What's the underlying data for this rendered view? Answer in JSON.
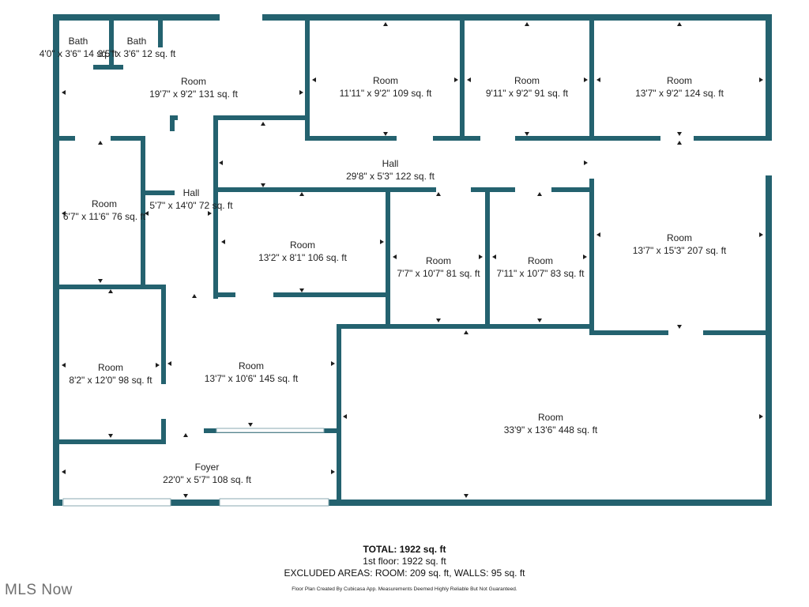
{
  "colors": {
    "wall": "#24626f",
    "background": "#ffffff",
    "text": "#222222"
  },
  "rooms": [
    {
      "id": "bath-1",
      "name": "Bath",
      "dims": "4'0\" x 3'6\" 14 sq. ft"
    },
    {
      "id": "bath-2",
      "name": "Bath",
      "dims": "3'5\" x 3'6\" 12 sq. ft"
    },
    {
      "id": "room-nw",
      "name": "Room",
      "dims": "19'7\" x 9'2\" 131 sq. ft"
    },
    {
      "id": "room-n1",
      "name": "Room",
      "dims": "11'11\" x 9'2\" 109 sq. ft"
    },
    {
      "id": "room-n2",
      "name": "Room",
      "dims": "9'11\" x 9'2\" 91 sq. ft"
    },
    {
      "id": "room-ne",
      "name": "Room",
      "dims": "13'7\" x 9'2\" 124 sq. ft"
    },
    {
      "id": "hall-main",
      "name": "Hall",
      "dims": "29'8\" x 5'3\" 122 sq. ft"
    },
    {
      "id": "hall-side",
      "name": "Hall",
      "dims": "5'7\" x 14'0\" 72 sq. ft"
    },
    {
      "id": "room-w1",
      "name": "Room",
      "dims": "6'7\" x 11'6\" 76 sq. ft"
    },
    {
      "id": "room-c1",
      "name": "Room",
      "dims": "13'2\" x 8'1\" 106 sq. ft"
    },
    {
      "id": "room-c2",
      "name": "Room",
      "dims": "7'7\" x 10'7\" 81 sq. ft"
    },
    {
      "id": "room-c3",
      "name": "Room",
      "dims": "7'11\" x 10'7\" 83 sq. ft"
    },
    {
      "id": "room-e1",
      "name": "Room",
      "dims": "13'7\" x 15'3\" 207 sq. ft"
    },
    {
      "id": "room-w2",
      "name": "Room",
      "dims": "8'2\" x 12'0\" 98 sq. ft"
    },
    {
      "id": "room-c4",
      "name": "Room",
      "dims": "13'7\" x 10'6\" 145 sq. ft"
    },
    {
      "id": "room-big",
      "name": "Room",
      "dims": "33'9\" x 13'6\" 448 sq. ft"
    },
    {
      "id": "foyer",
      "name": "Foyer",
      "dims": "22'0\" x 5'7\" 108 sq. ft"
    }
  ],
  "summary": {
    "total": "TOTAL: 1922 sq. ft",
    "floor": "1st floor: 1922 sq. ft",
    "excluded": "EXCLUDED AREAS: ROOM: 209 sq. ft, WALLS: 95 sq. ft"
  },
  "disclaimer": "Floor Plan Created By Cubicasa App. Measurements Deemed Highly Reliable But Not Guaranteed.",
  "watermark": "MLS Now"
}
